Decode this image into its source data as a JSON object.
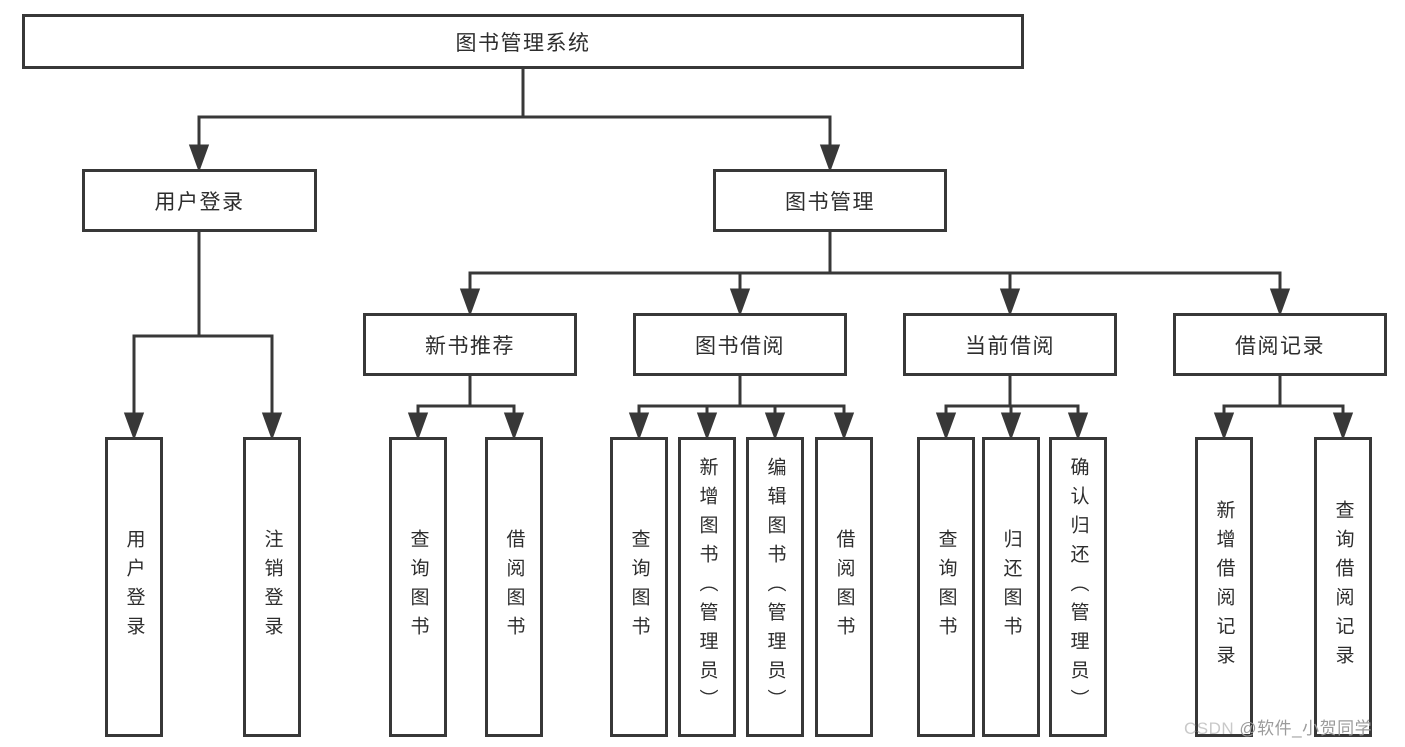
{
  "tree": {
    "label": "图书管理系统",
    "children": [
      {
        "label": "用户登录",
        "children": [
          {
            "label": "用户登录"
          },
          {
            "label": "注销登录"
          }
        ]
      },
      {
        "label": "图书管理",
        "children": [
          {
            "label": "新书推荐",
            "children": [
              {
                "label": "查询图书"
              },
              {
                "label": "借阅图书"
              }
            ]
          },
          {
            "label": "图书借阅",
            "children": [
              {
                "label": "查询图书"
              },
              {
                "label": "新增图书（管理员）"
              },
              {
                "label": "编辑图书（管理员）"
              },
              {
                "label": "借阅图书"
              }
            ]
          },
          {
            "label": "当前借阅",
            "children": [
              {
                "label": "查询图书"
              },
              {
                "label": "归还图书"
              },
              {
                "label": "确认归还（管理员）"
              }
            ]
          },
          {
            "label": "借阅记录",
            "children": [
              {
                "label": "新增借阅记录"
              },
              {
                "label": "查询借阅记录"
              }
            ]
          }
        ]
      }
    ]
  },
  "watermark": {
    "brand": "CSDN ",
    "handle": "@软件_小贺同学"
  },
  "colors": {
    "line": "#383838",
    "text": "#2d2d2d",
    "watermark_brand": "#c9c9c9",
    "watermark_handle": "#9b9b9b"
  }
}
